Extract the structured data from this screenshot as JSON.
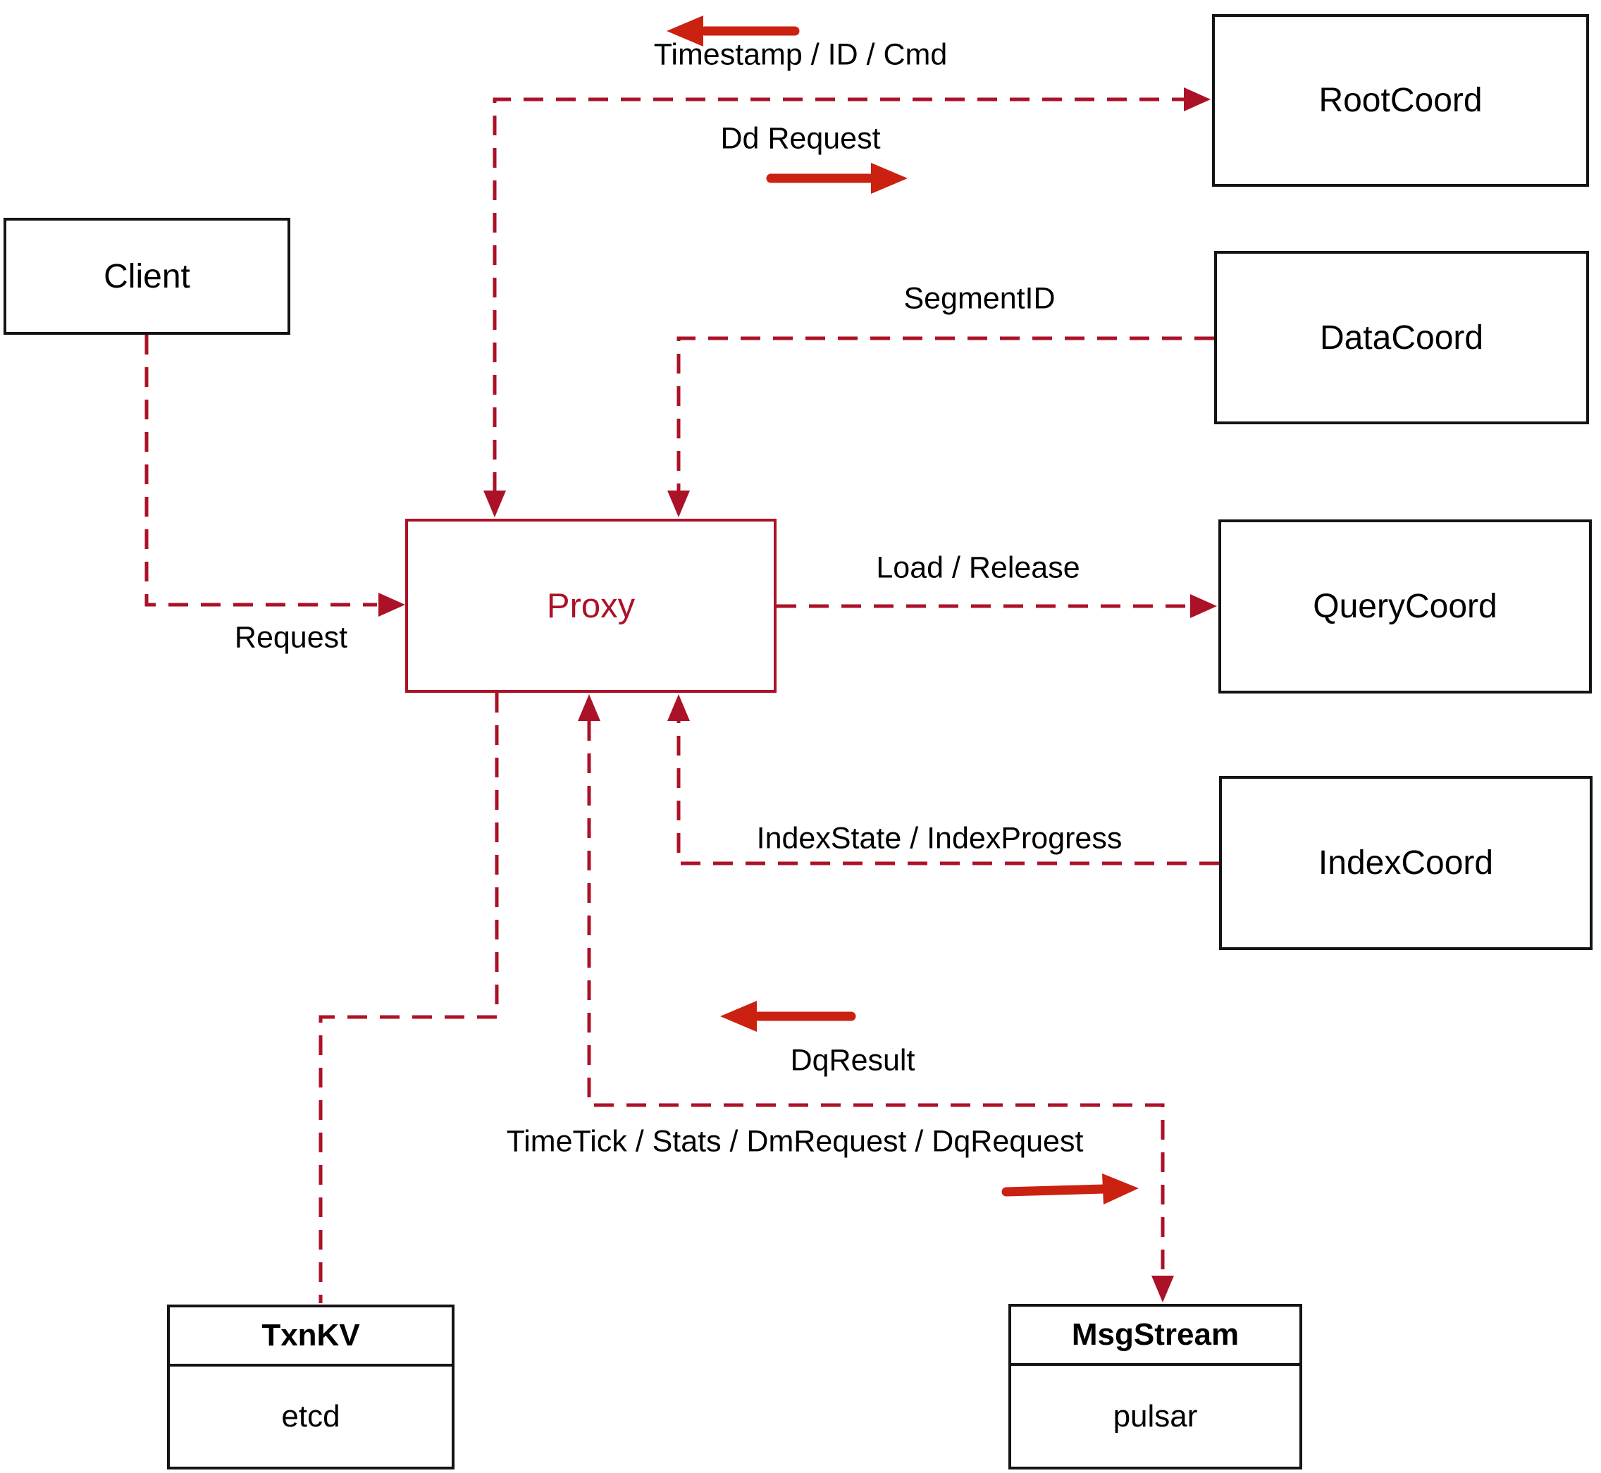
{
  "diagram": {
    "colors": {
      "background": "#FFFFFF",
      "line": "#AC1227",
      "arrow": "#CB2110",
      "border": "#141414",
      "text": "#000000"
    },
    "nodes": {
      "client": {
        "label": "Client"
      },
      "root_coord": {
        "label": "RootCoord"
      },
      "data_coord": {
        "label": "DataCoord"
      },
      "query_coord": {
        "label": "QueryCoord"
      },
      "index_coord": {
        "label": "IndexCoord"
      },
      "proxy": {
        "label": "Proxy"
      },
      "txn_kv": {
        "title": "TxnKV",
        "subtitle": "etcd"
      },
      "msg_stream": {
        "title": "MsgStream",
        "subtitle": "pulsar"
      }
    },
    "edge_labels": {
      "timestamp": "Timestamp / ID / Cmd",
      "dd_request": "Dd Request",
      "segment_id": "SegmentID",
      "request": "Request",
      "load_release": "Load / Release",
      "index_state": "IndexState / IndexProgress",
      "dq_result": "DqResult",
      "time_tick": "TimeTick / Stats / DmRequest / DqRequest"
    }
  }
}
